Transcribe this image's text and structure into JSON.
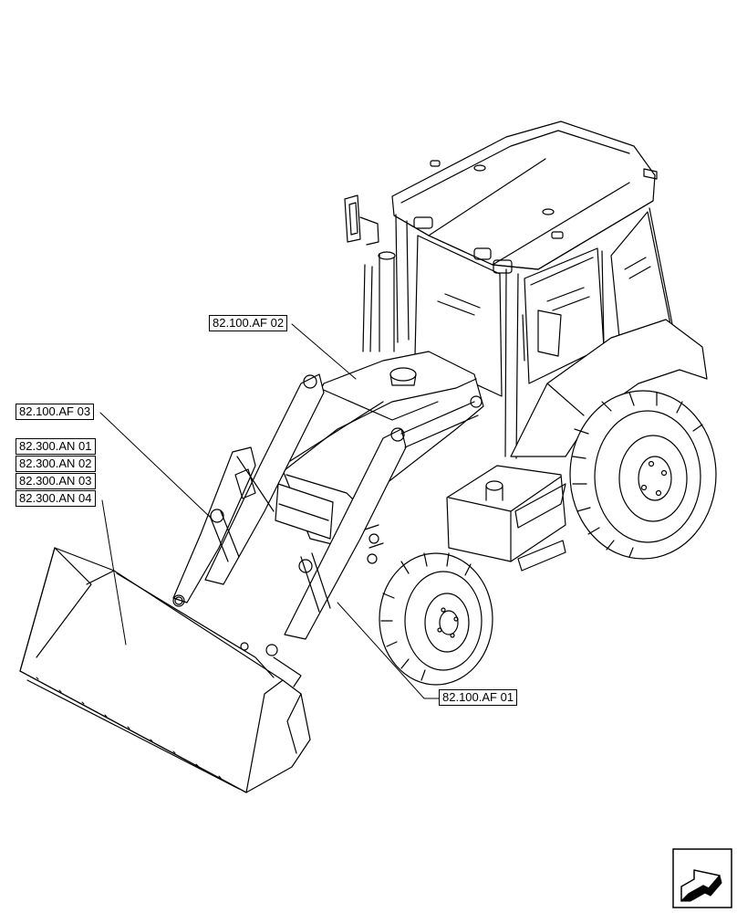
{
  "callouts": {
    "af02": "82.100.AF 02",
    "af03": "82.100.AF 03",
    "an01": "82.300.AN 01",
    "an02": "82.300.AN 02",
    "an03": "82.300.AN 03",
    "an04": "82.300.AN 04",
    "af01": "82.100.AF 01"
  },
  "icons": {
    "navigation": "arrow-forward-icon"
  }
}
